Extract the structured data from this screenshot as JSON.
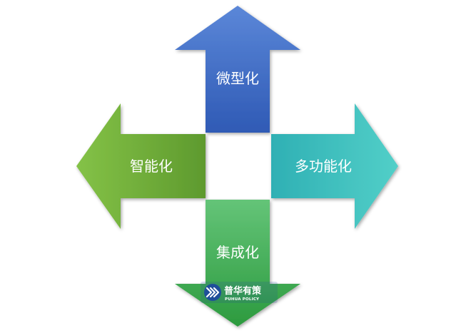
{
  "arrows": {
    "up": {
      "label": "微型化",
      "color_top": "#5b87d8",
      "color_bottom": "#2f5ab5"
    },
    "left": {
      "label": "智能化",
      "color_left": "#84c247",
      "color_right": "#5e9a2e"
    },
    "right": {
      "label": "多功能化",
      "color_left": "#2fb0b4",
      "color_right": "#52cfc8"
    },
    "down": {
      "label": "集成化",
      "color_top": "#64c478",
      "color_bottom": "#2c9a3e"
    }
  },
  "watermark": {
    "name": "普华有策",
    "subtitle": "PUHUA POLICY",
    "icon": "puhua-logo-icon",
    "color": "#1f4f9a"
  }
}
